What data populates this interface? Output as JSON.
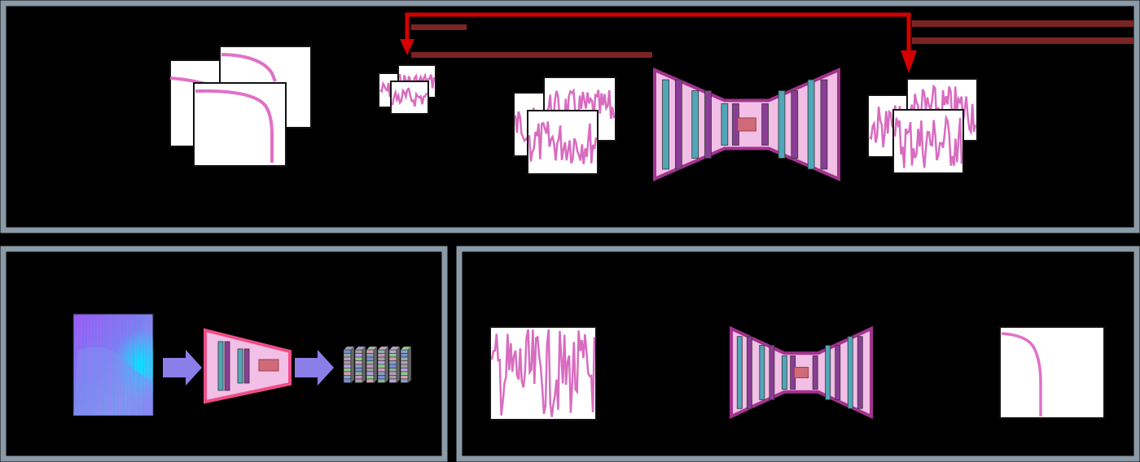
{
  "colors": {
    "background": "#000000",
    "panel_border": "#8a9aa6",
    "curve": "#e070c8",
    "noise": "#d86cc0",
    "noise_light": "#e690cf",
    "net_fill": "#f2bfe6",
    "net_outline": "#a2338e",
    "encoder_outline": "#ee4d86",
    "block_teal": "#4fa7b8",
    "block_purple": "#8a3d96",
    "bottleneck": "#d06a78",
    "arrow_red": "#d40000",
    "label_line": "#7a2424",
    "big_arrow": "#8a7fe8"
  },
  "panels": [
    {
      "name": "training-panel"
    },
    {
      "name": "encoding-panel"
    },
    {
      "name": "inference-panel"
    }
  ],
  "icons": [
    "curve-stack-icon",
    "noisy-signal-stack-icon",
    "diffusion-unet-icon",
    "spectrogram-icon",
    "encoder-icon",
    "embedding-tokens-icon",
    "red-feedback-arrow-icon"
  ]
}
